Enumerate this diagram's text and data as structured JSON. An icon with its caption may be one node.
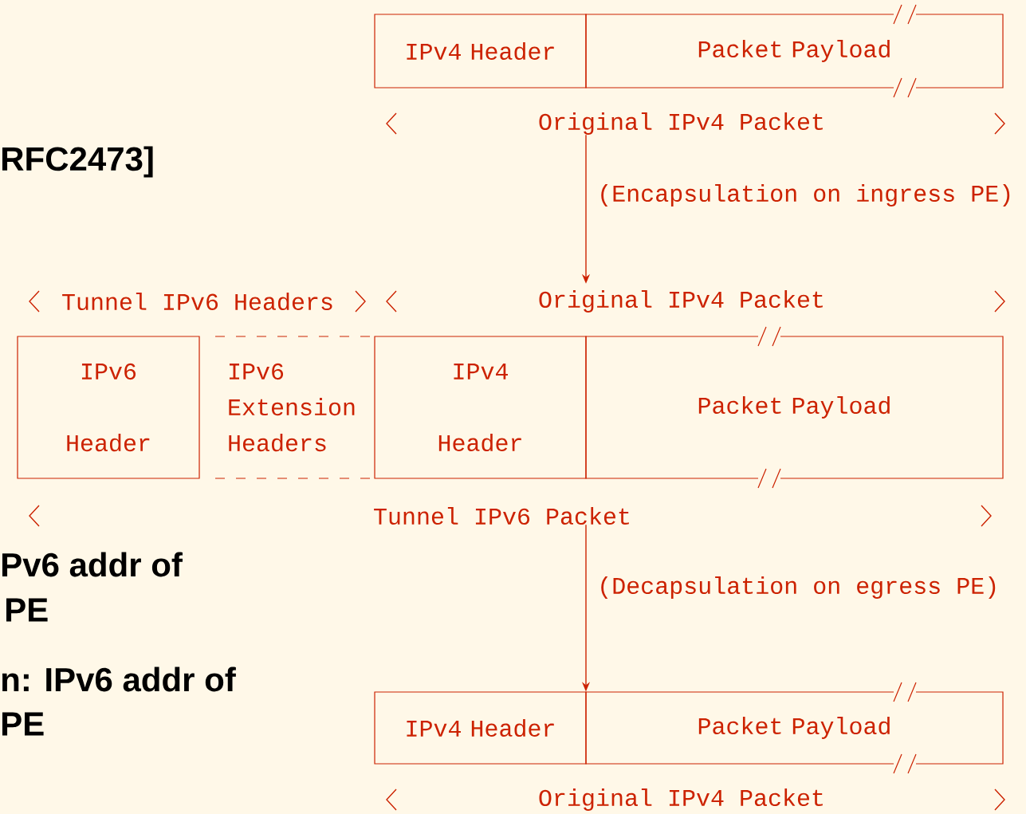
{
  "diagram": {
    "nodes": [
      {
        "text": [
          "IPv4 Header"
        ]
      },
      {
        "text": [
          "Packet Payload"
        ]
      },
      {
        "text": [
          "Original IPv4 Packet"
        ]
      },
      {
        "text": [
          "Tunnel IPv6 Headers"
        ]
      },
      {
        "text": [
          "Original IPv4 Packet"
        ]
      },
      {
        "text": [
          "IPv6 Header"
        ]
      },
      {
        "text": [
          "IPv6 Extension Headers"
        ]
      },
      {
        "text": [
          "IPv4 Header"
        ]
      },
      {
        "text": [
          "Packet Payload"
        ]
      },
      {
        "text": [
          "Tunnel IPv6 Packet"
        ]
      },
      {
        "text": [
          "IPv4 Header"
        ]
      },
      {
        "text": [
          "Packet Payload"
        ]
      },
      {
        "text": [
          "Original IPv4 Packet"
        ]
      }
    ],
    "edges": [
      {
        "from": 2,
        "to": 4,
        "arrow": "to",
        "label": "(Encapsulation on ingress PE)"
      },
      {
        "from": 9,
        "to": 10,
        "arrow": "to",
        "label": "(Decapsulation on egress PE)"
      }
    ],
    "labels": [
      "RFC2473]",
      "Pv6 addr of",
      "PE",
      "n: IPv6 addr of",
      "PE"
    ]
  }
}
